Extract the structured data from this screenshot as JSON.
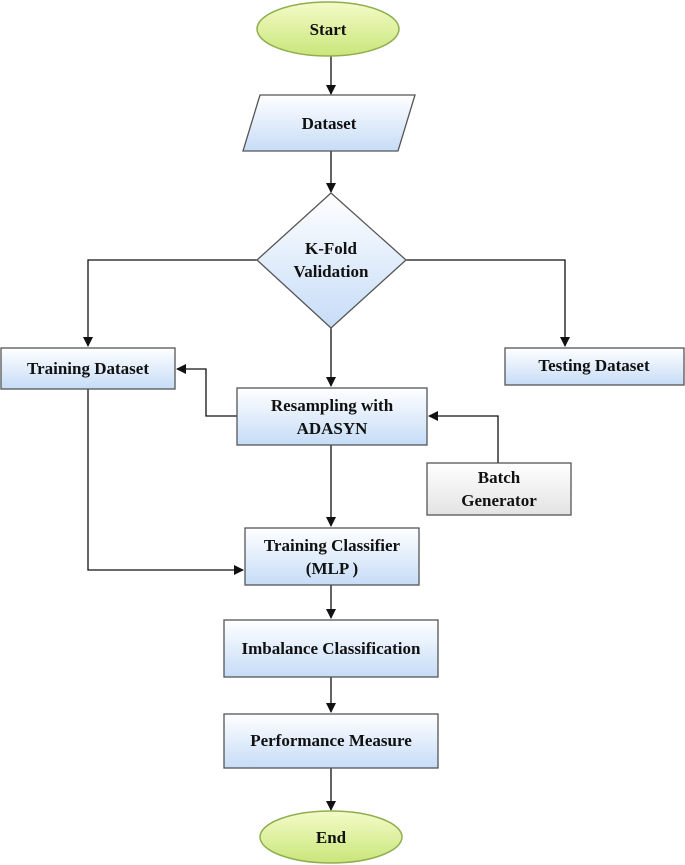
{
  "nodes": {
    "start": {
      "label": "Start"
    },
    "dataset": {
      "label": "Dataset"
    },
    "kfold": {
      "line1": "K-Fold",
      "line2": "Validation"
    },
    "training_dataset": {
      "label": "Training Dataset"
    },
    "testing_dataset": {
      "label": "Testing Dataset"
    },
    "resampling": {
      "line1": "Resampling with",
      "line2": "ADASYN"
    },
    "batch_generator": {
      "line1": "Batch",
      "line2": "Generator"
    },
    "training_classifier": {
      "line1": "Training Classifier",
      "line2": "(MLP )"
    },
    "imbalance": {
      "label": "Imbalance Classification"
    },
    "performance": {
      "label": "Performance Measure"
    },
    "end": {
      "label": "End"
    }
  },
  "colors": {
    "terminal_fill_top": "#f4fbc8",
    "terminal_fill_bottom": "#c9e67a",
    "terminal_stroke": "#8fae4f",
    "process_fill_top": "#ffffff",
    "process_fill_bottom": "#c6dcf7",
    "process_stroke": "#555555",
    "batch_fill_top": "#ffffff",
    "batch_fill_bottom": "#e3e3e3",
    "arrow": "#111111"
  }
}
